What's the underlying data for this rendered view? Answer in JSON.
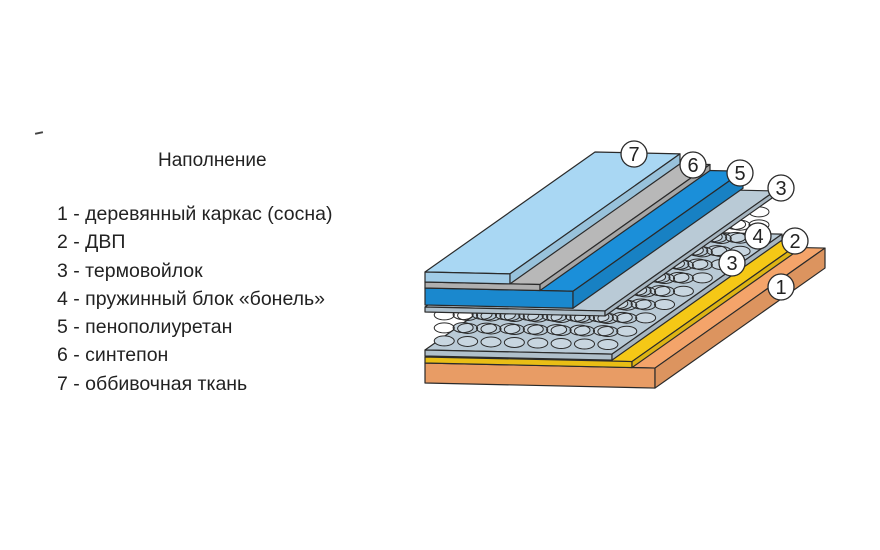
{
  "title": "Наполнение",
  "legend": [
    "1 - деревянный каркас (сосна)",
    "2 - ДВП",
    "3 - термовойлок",
    "4 - пружинный блок «бонель»",
    "5 - пенополиуретан",
    "6 - синтепон",
    "7 - оббивочная ткань"
  ],
  "callouts": [
    "7",
    "6",
    "5",
    "3",
    "4",
    "2",
    "3",
    "1"
  ],
  "colors": {
    "wood": "#f4a46a",
    "fiberboard": "#f5c816",
    "felt": "#b9cad6",
    "springs": "#c8d6e0",
    "foam": "#1b8fd9",
    "sintepon": "#b8b8b8",
    "fabric": "#a9d7f3",
    "outline": "#2a2a2a"
  }
}
